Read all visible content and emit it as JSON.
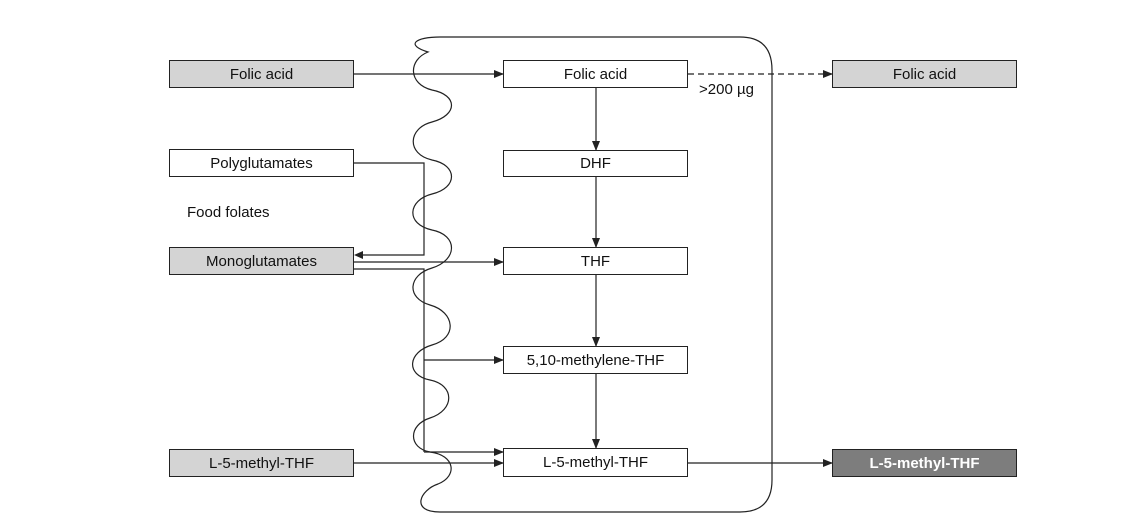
{
  "left": {
    "folic_acid": "Folic acid",
    "polyglutamates": "Polyglutamates",
    "food_folates": "Food folates",
    "monoglutamates": "Monoglutamates",
    "l5_methyl_thf": "L-5-methyl-THF"
  },
  "center": {
    "folic_acid": "Folic acid",
    "dhf": "DHF",
    "thf": "THF",
    "methylene_thf": "5,10-methylene-THF",
    "l5_methyl_thf": "L-5-methyl-THF"
  },
  "right": {
    "folic_acid": "Folic acid",
    "l5_methyl_thf": "L-5-methyl-THF"
  },
  "threshold_label": ">200 µg",
  "colors": {
    "light_box": "#d4d4d4",
    "dark_box": "#7d7d7d",
    "line": "#222222"
  }
}
